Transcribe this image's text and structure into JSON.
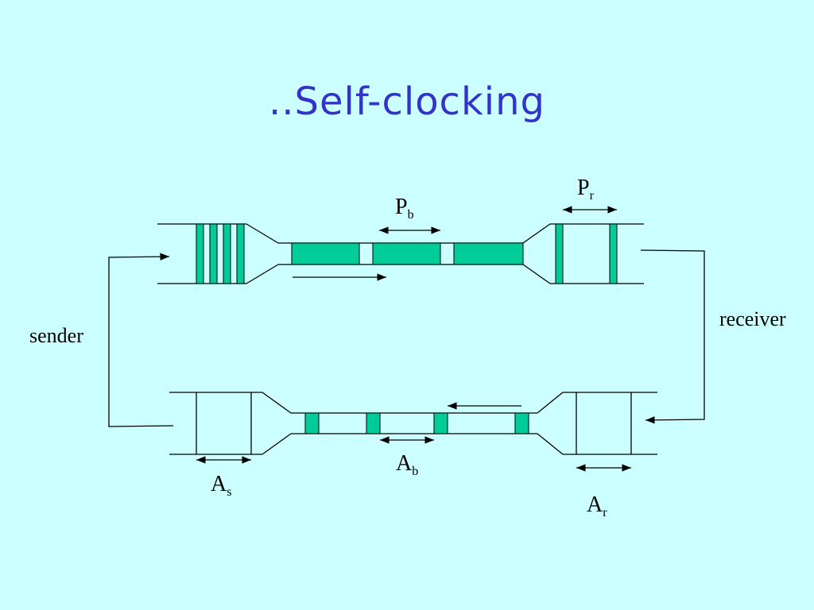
{
  "title": "..Self-clocking",
  "colors": {
    "background": "#ccffff",
    "title": "#3333cc",
    "packet": "#00cc99",
    "line": "#000000"
  },
  "labels": {
    "sender": "sender",
    "receiver": "receiver",
    "pb_main": "P",
    "pb_sub": "b",
    "pr_main": "P",
    "pr_sub": "r",
    "ab_main": "A",
    "ab_sub": "b",
    "as_main": "A",
    "as_sub": "s",
    "ar_main": "A",
    "ar_sub": "r"
  }
}
